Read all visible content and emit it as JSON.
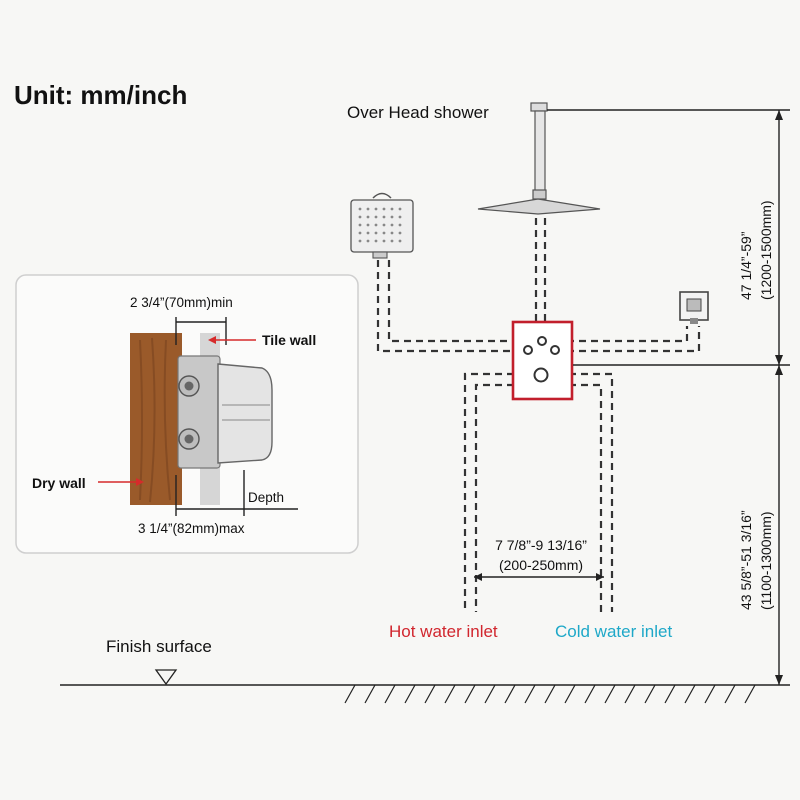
{
  "unit_label": "Unit: mm/inch",
  "labels": {
    "overhead_shower": "Over Head shower",
    "upper_height_inch": "47 1/4”-59”",
    "upper_height_mm": "(1200-1500mm)",
    "lower_height_inch": "43 5/8”-51 3/16”",
    "lower_height_mm": "(1100-1300mm)",
    "spacing_inch": "7 7/8”-9 13/16”",
    "spacing_mm": "(200-250mm)",
    "hot_water": "Hot water inlet",
    "cold_water": "Cold water inlet",
    "finish_surface": "Finish surface"
  },
  "inset": {
    "min_label": "2 3/4”(70mm)min",
    "tile_wall": "Tile wall",
    "dry_wall": "Dry wall",
    "depth": "Depth",
    "max_label": "3 1/4”(82mm)max"
  },
  "colors": {
    "hot": "#d1262e",
    "cold": "#1ea8c8",
    "valve_frame": "#c21f2c"
  }
}
